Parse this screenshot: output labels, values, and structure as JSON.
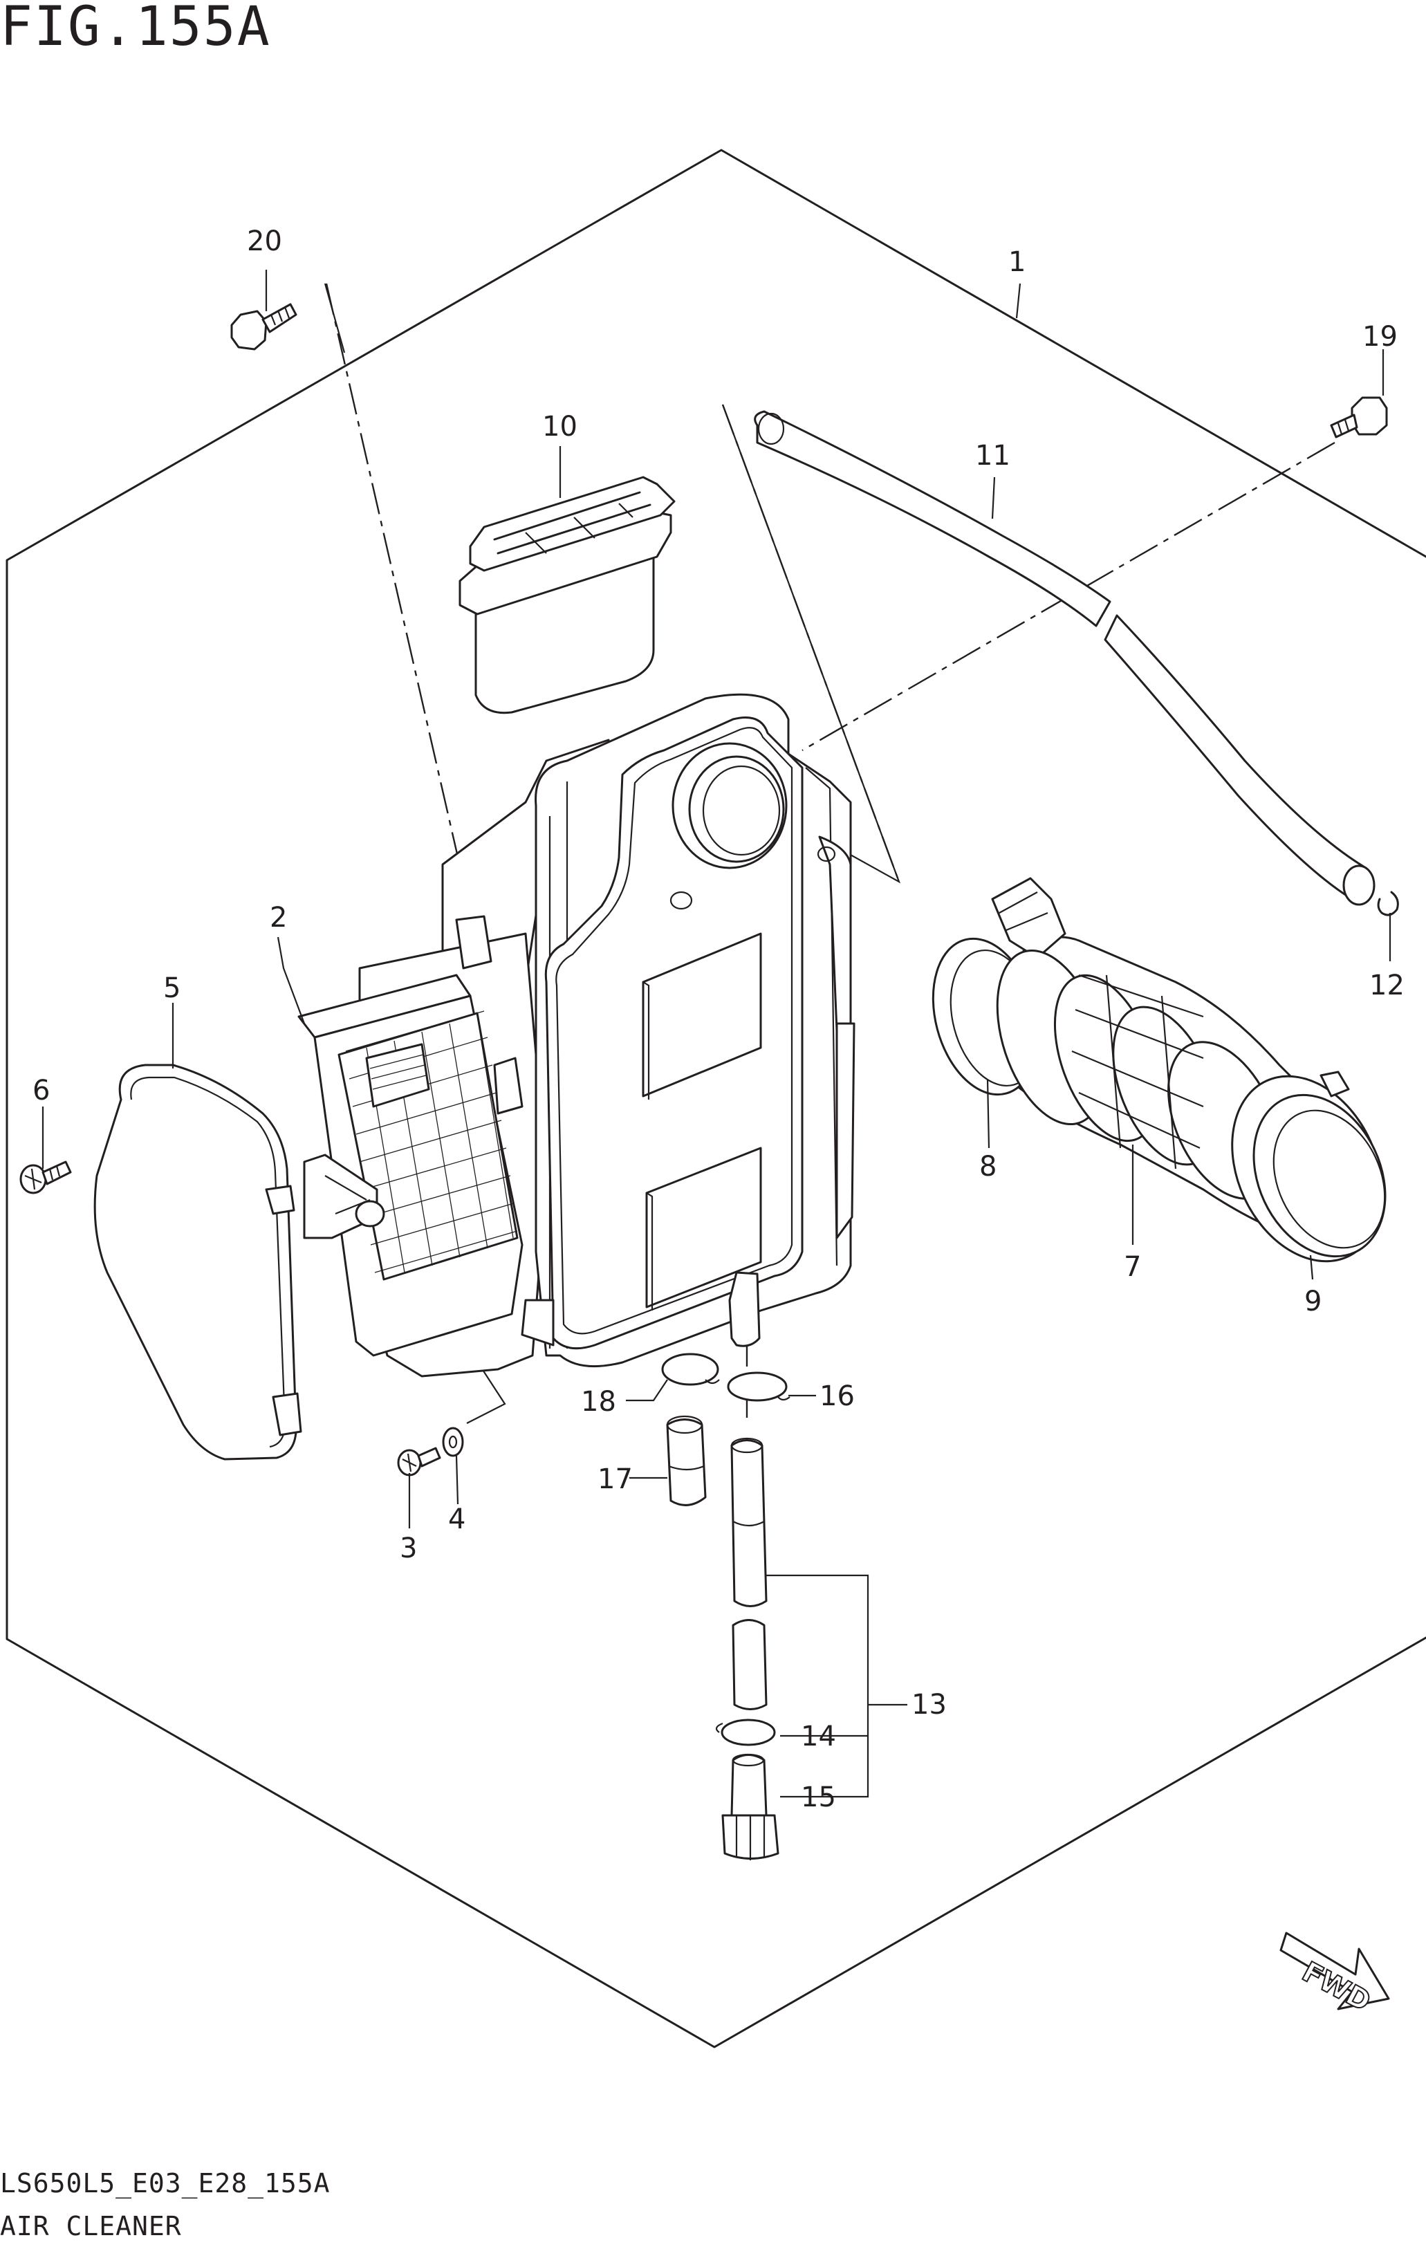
{
  "figure_title": "FIG.155A",
  "model_code": "LS650L5_E03_E28_155A",
  "section_name": "AIR CLEANER",
  "fwd_label": "FWD",
  "callouts": [
    "1",
    "2",
    "3",
    "4",
    "5",
    "6",
    "7",
    "8",
    "9",
    "10",
    "11",
    "12",
    "13",
    "14",
    "15",
    "16",
    "17",
    "18",
    "19",
    "20"
  ],
  "colors": {
    "line": "#231f20",
    "background": "#ffffff"
  }
}
